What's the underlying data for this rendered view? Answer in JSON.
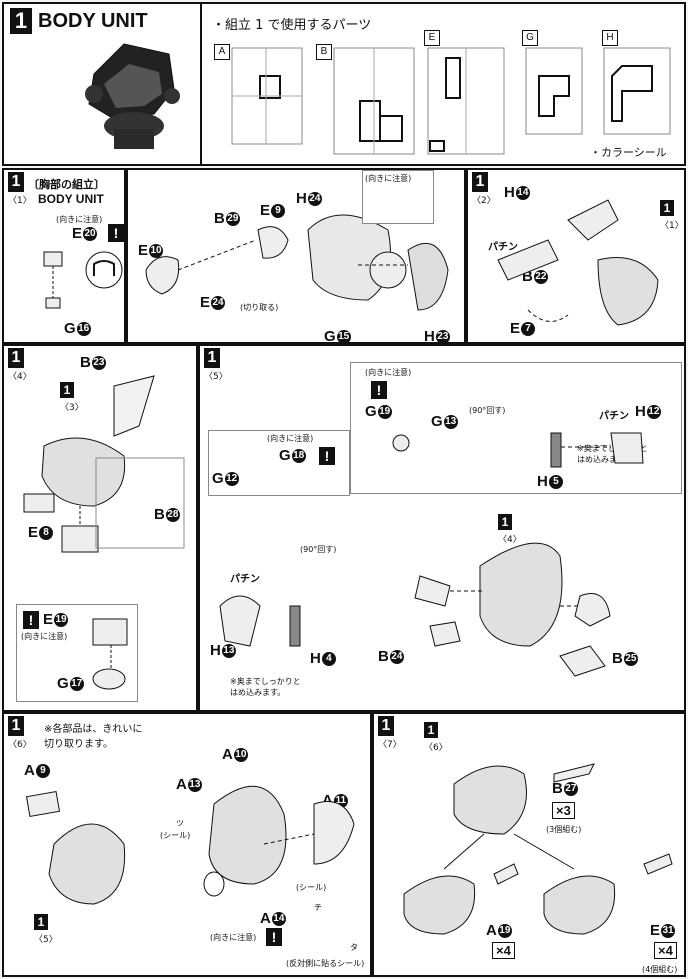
{
  "header": {
    "step_num": "1",
    "title": "BODY UNIT",
    "parts_used": "・組立 1 で使用するパーツ",
    "sprues": [
      "A",
      "B",
      "E",
      "G",
      "H"
    ],
    "color_seal": "・カラーシール"
  },
  "step1": {
    "num": "1",
    "sub": "〈1〉",
    "title_jp": "〔胸部の組立〕",
    "title_en": "BODY UNIT",
    "caution": "(向きに注意)",
    "cut_note": "(切り取る)",
    "parts": {
      "e20": "E",
      "g16": "G",
      "e10": "E",
      "b29": "B",
      "e9": "E",
      "e24": "E",
      "h24": "H",
      "g15": "G",
      "h23": "H"
    },
    "circ": {
      "e20": "20",
      "g16": "16",
      "e10": "10",
      "b29": "29",
      "e9": "9",
      "e24": "24",
      "h24": "24",
      "g15": "15",
      "h23": "23"
    }
  },
  "step2": {
    "num": "1",
    "sub": "〈2〉",
    "ref_num": "1",
    "ref_sub": "〈1〉",
    "snap": "パチン",
    "parts": {
      "h14": "H",
      "b22": "B",
      "e7": "E"
    },
    "circ": {
      "h14": "14",
      "b22": "22",
      "e7": "7"
    }
  },
  "step4": {
    "num": "1",
    "sub": "〈4〉",
    "ref_num": "1",
    "ref_sub": "〈3〉",
    "caution": "(向きに注意)",
    "parts": {
      "b23": "B",
      "e8": "E",
      "b28": "B",
      "e19": "E",
      "g17": "G"
    },
    "circ": {
      "b23": "23",
      "e8": "8",
      "b28": "28",
      "e19": "19",
      "g17": "17"
    }
  },
  "step5": {
    "num": "1",
    "sub": "〈5〉",
    "ref_num": "1",
    "ref_sub": "〈4〉",
    "caution": "(向きに注意)",
    "rotate": "(90°回す)",
    "rotate_icon": "90°",
    "snap": "パチン",
    "push_note": "※奥までしっかりと\nはめ込みます。",
    "parts": {
      "g19": "G",
      "g13": "G",
      "h12": "H",
      "h5": "H",
      "g12": "G",
      "g18": "G",
      "h13": "H",
      "h4": "H",
      "b24": "B",
      "b25": "B"
    },
    "circ": {
      "g19": "19",
      "g13": "13",
      "h12": "12",
      "h5": "5",
      "g12": "12",
      "g18": "18",
      "h13": "13",
      "h4": "4",
      "b24": "24",
      "b25": "25"
    }
  },
  "step6": {
    "num": "1",
    "sub": "〈6〉",
    "ref_num": "1",
    "ref_sub": "〈5〉",
    "note": "※各部品は、きれいに\n切り取ります。",
    "seal": "(シール)",
    "seal2": "(シール)",
    "tsu": "ツ",
    "chi": "チ",
    "ta": "タ",
    "caution": "(向きに注意)",
    "reflect_seal": "(反対側に貼るシール)",
    "parts": {
      "a9": "A",
      "a10": "A",
      "a13": "A",
      "a11": "A",
      "a14": "A"
    },
    "circ": {
      "a9": "9",
      "a10": "10",
      "a13": "13",
      "a11": "11",
      "a14": "14"
    }
  },
  "step7": {
    "num": "1",
    "sub": "〈7〉",
    "ref_num": "1",
    "ref_sub": "〈6〉",
    "parts": {
      "b27": "B",
      "a19": "A",
      "e31": "E"
    },
    "circ": {
      "b27": "27",
      "a19": "19",
      "e31": "31"
    },
    "x3": "×3",
    "x3_note": "(3個組む)",
    "x4a": "×4",
    "x4b": "×4",
    "x4_note": "(4個組む)"
  }
}
